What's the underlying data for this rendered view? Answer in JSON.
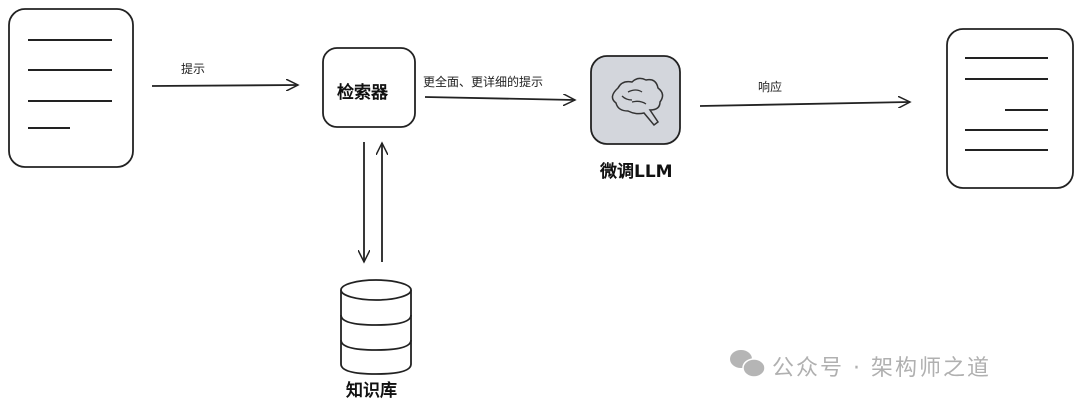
{
  "arrows": {
    "prompt": "提示",
    "enriched_prompt": "更全面、更详细的提示",
    "response": "响应"
  },
  "nodes": {
    "retriever": "检索器",
    "llm": "微调LLM",
    "knowledge_base": "知识库"
  },
  "watermark": {
    "icon": "wechat-icon",
    "text": "公众号 · 架构师之道"
  }
}
